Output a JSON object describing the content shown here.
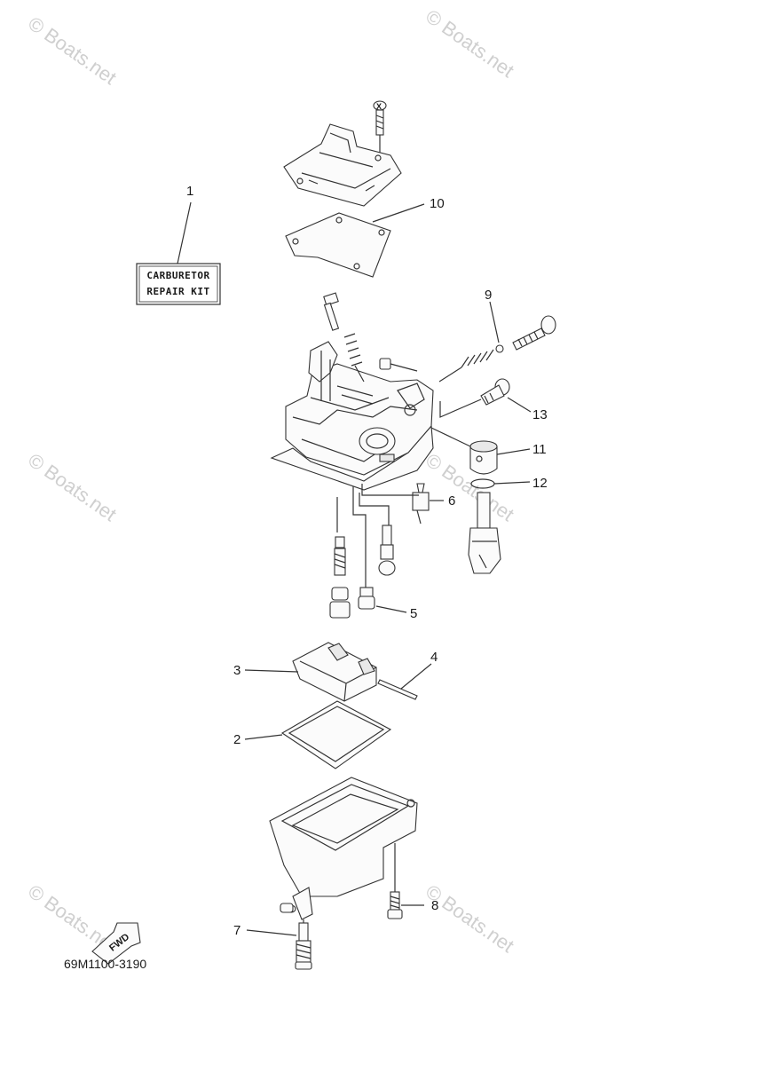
{
  "watermarks": [
    "© Boats.net",
    "© Boats.net",
    "© Boats.net",
    "© Boats.net",
    "© Boats.net",
    "© Boats.net"
  ],
  "kit_label": {
    "line1": "CARBURETOR",
    "line2": "REPAIR KIT"
  },
  "callouts": [
    "1",
    "2",
    "3",
    "4",
    "5",
    "6",
    "7",
    "8",
    "9",
    "10",
    "11",
    "12",
    "13"
  ],
  "diagram_code": "69M1100-3190",
  "fwd_label": "FWD",
  "screw_mark": "X"
}
